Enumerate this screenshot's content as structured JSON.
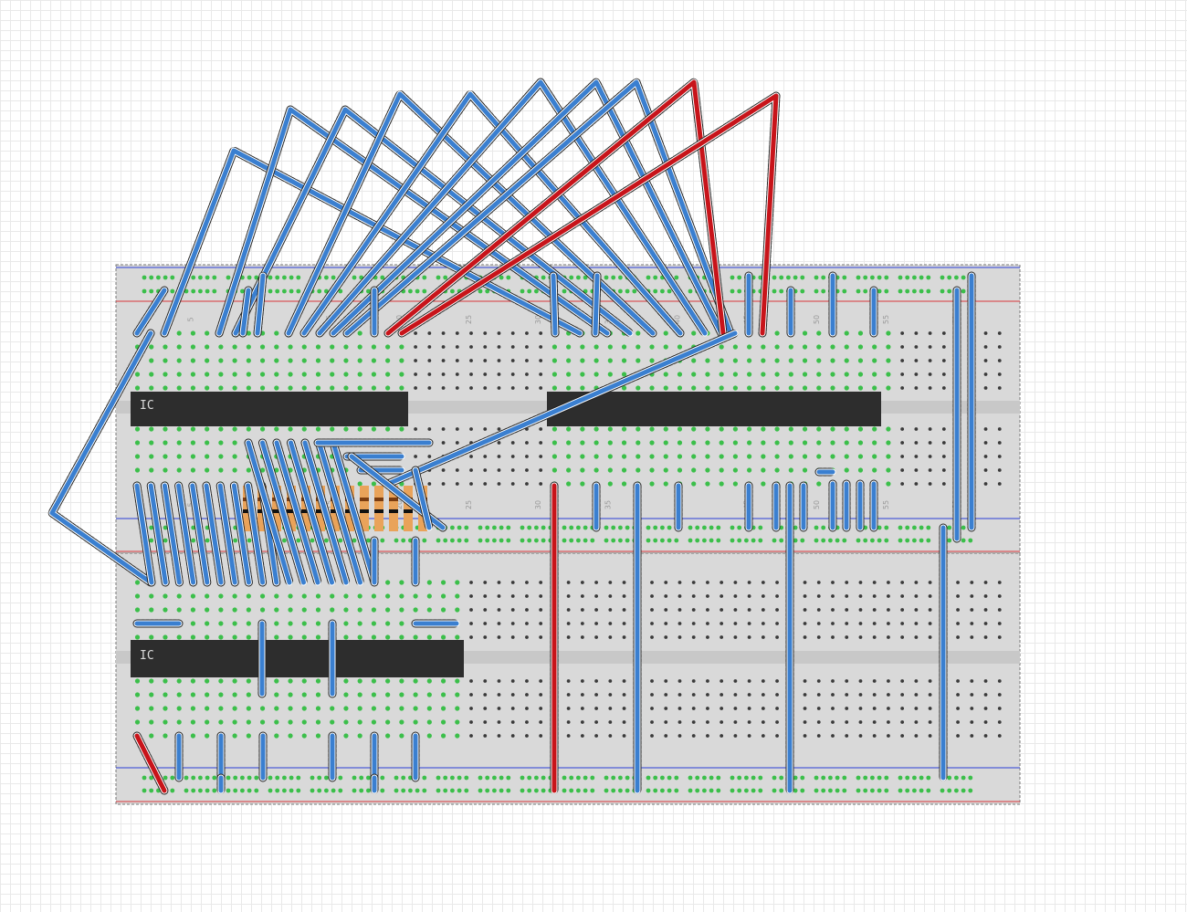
{
  "chips": [
    {
      "label": "IC"
    },
    {
      "label": ""
    },
    {
      "label": "IC"
    }
  ],
  "column_numbers": [
    "5",
    "10",
    "15",
    "20",
    "25",
    "30",
    "35",
    "40",
    "45",
    "50",
    "55",
    "60"
  ],
  "colors": {
    "wire_blue": "#3a7fd0",
    "wire_red": "#c8141a",
    "rail_blue": "#2c3fd6",
    "rail_red": "#d9363b",
    "active_hole": "#3bbf4a",
    "board": "#d9d9d9",
    "chip": "#2d2d2d"
  }
}
